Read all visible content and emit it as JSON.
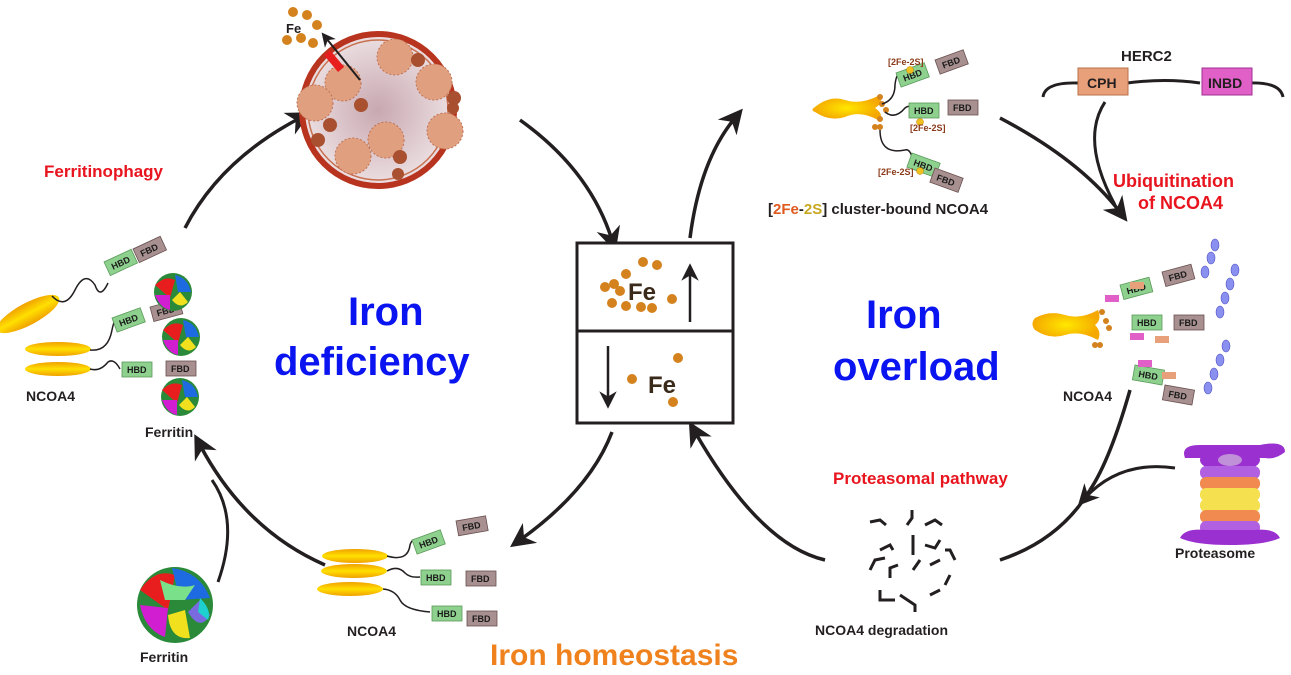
{
  "title_states": {
    "deficiency": [
      "Iron",
      "deficiency"
    ],
    "overload": [
      "Iron",
      "overload"
    ],
    "homeostasis": "Iron homeostasis"
  },
  "processes": {
    "ferritinophagy": "Ferritinophagy",
    "ubiquitination": [
      "Ubiquitination",
      "of NCOA4"
    ],
    "proteasomal": "Proteasomal pathway"
  },
  "labels": {
    "fe": "Fe",
    "ncoa4": "NCOA4",
    "ferritin": "Ferritin",
    "herc2": "HERC2",
    "cph": "CPH",
    "inbd": "INBD",
    "hbd": "HBD",
    "fbd": "FBD",
    "cluster_open": "[",
    "cluster_2fe": "2Fe",
    "cluster_dash": "-",
    "cluster_2s": "2S",
    "cluster_close": "]",
    "cluster_suffix": " cluster-bound NCOA4",
    "cluster_small": "[2Fe-2S]",
    "ncoa4_degradation": "NCOA4 degradation",
    "proteasome": "Proteasome"
  },
  "center_box": {
    "top": {
      "label": "Fe",
      "direction": "up"
    },
    "bottom": {
      "label": "Fe",
      "direction": "down"
    }
  },
  "colors": {
    "state_text": "#0a14f0",
    "process_text": "#e8141e",
    "homeostasis_text": "#f0821e",
    "iron_dot": "#d4821e",
    "ncoa4_body": "#f5b800",
    "hbd": "#8ed08e",
    "fbd": "#a08888",
    "cph": "#e8a07a",
    "inbd": "#e060c8",
    "cluster_fe": "#e05a1e",
    "cluster_s": "#c8a820",
    "arrow": "#231f20",
    "lysosome_rim": "#b8341e",
    "lysosome_fill": "#d9c4c8",
    "proteasome_purple": "#9b30d0",
    "proteasome_orange": "#f08a50",
    "proteasome_yellow": "#f5e050"
  }
}
